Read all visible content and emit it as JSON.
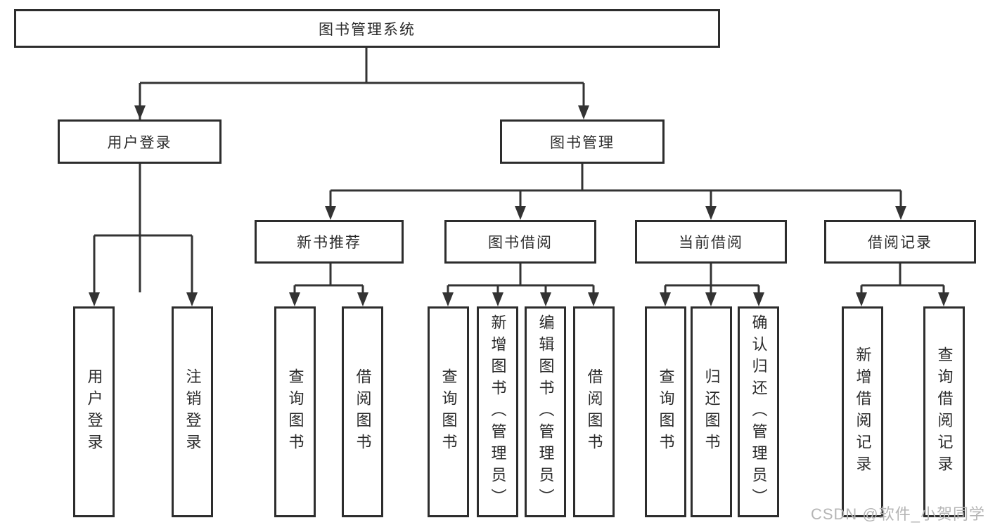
{
  "watermark": "CSDN @软件_小贺同学",
  "colors": {
    "line": "#333333",
    "box_border": "#2d2d2d",
    "background": "#ffffff",
    "text": "#2b2b2b",
    "watermark": "#b5b5b5"
  },
  "tree": {
    "label": "图书管理系统",
    "children": [
      {
        "label": "用户登录",
        "children": [
          {
            "label": "用户登录"
          },
          {
            "label": "注销登录"
          }
        ]
      },
      {
        "label": "图书管理",
        "children": [
          {
            "label": "新书推荐",
            "children": [
              {
                "label": "查询图书"
              },
              {
                "label": "借阅图书"
              }
            ]
          },
          {
            "label": "图书借阅",
            "children": [
              {
                "label": "查询图书"
              },
              {
                "label": "新增图书（管理员）"
              },
              {
                "label": "编辑图书（管理员）"
              },
              {
                "label": "借阅图书"
              }
            ]
          },
          {
            "label": "当前借阅",
            "children": [
              {
                "label": "查询图书"
              },
              {
                "label": "归还图书"
              },
              {
                "label": "确认归还（管理员）"
              }
            ]
          },
          {
            "label": "借阅记录",
            "children": [
              {
                "label": "新增借阅记录"
              },
              {
                "label": "查询借阅记录"
              }
            ]
          }
        ]
      }
    ]
  }
}
